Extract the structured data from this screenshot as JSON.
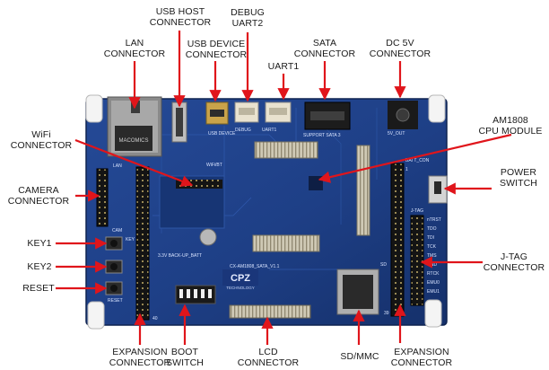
{
  "board": {
    "silkscreen": {
      "lan": "LAN",
      "wifi_bt": "WiFi/BT",
      "cam": "CAM",
      "usb_device": "USB DEVICE",
      "debug": "DEBUG",
      "uart1": "UART1",
      "sata": "SUPPORT SATA 3",
      "dc5v": "5V_OUT",
      "batt_con": "BATT_CON",
      "jtag": "J-TAG",
      "model": "CX-AM1808_SATA_V1.1",
      "brand": "CPZ",
      "brand_sub": "TECHNOLOGY",
      "boot_row": "3.3V  BACK-UP_BATT",
      "key": "KEY",
      "reset": "RESET",
      "sd": "SD",
      "chip_text": "MACOMICS",
      "num_40": "40",
      "num_39": "39",
      "num_1": "1",
      "jtag_pins": [
        "nTRST",
        "TDO",
        "TDI",
        "TCK",
        "TMS",
        "GND",
        "RTCK",
        "EMU0",
        "EMU1"
      ]
    }
  },
  "labels": {
    "lan": "LAN\nCONNECTOR",
    "usb_host": "USB HOST\nCONNECTOR",
    "usb_device": "USB DEVICE\nCONNECTOR",
    "debug_uart2": "DEBUG\nUART2",
    "uart1": "UART1",
    "sata": "SATA\nCONNECTOR",
    "dc5v": "DC 5V\nCONNECTOR",
    "wifi": "WiFi\nCONNECTOR",
    "am1808": "AM1808\nCPU MODULE",
    "camera": "CAMERA\nCONNECTOR",
    "power_switch": "POWER\nSWITCH",
    "key1": "KEY1",
    "key2": "KEY2",
    "reset": "RESET",
    "jtag": "J-TAG\nCONNECTOR",
    "expansion_left": "EXPANSION\nCONNECTOR",
    "boot_switch": "BOOT\nSWITCH",
    "lcd": "LCD\nCONNECTOR",
    "sd_mmc": "SD/MMC",
    "expansion_right": "EXPANSION\nCONNECTOR"
  },
  "colors": {
    "pcb": "#1e3f86",
    "pcb_dark": "#142c66",
    "arrow": "#e0151b",
    "header": "#151515",
    "silk": "#d9e4ff"
  }
}
